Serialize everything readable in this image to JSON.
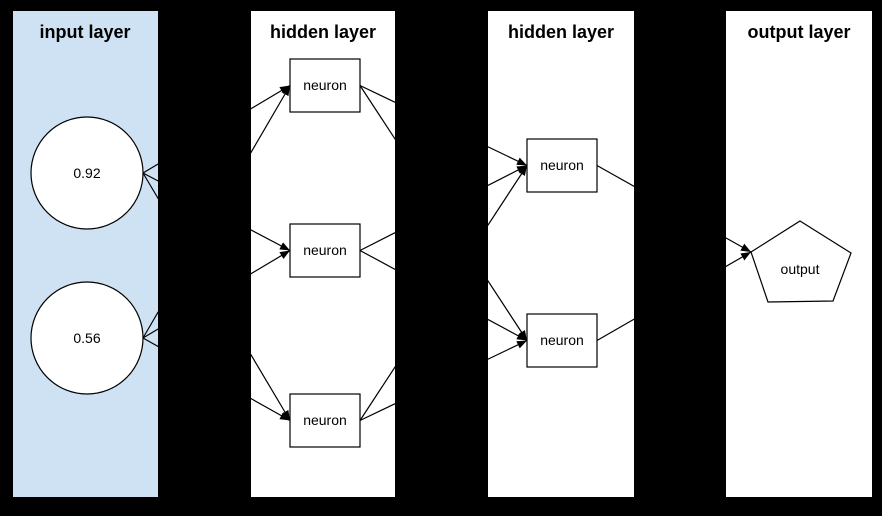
{
  "colors": {
    "background": "#000000",
    "input_panel_fill": "#cfe2f3",
    "panel_fill": "#ffffff",
    "node_fill": "#ffffff",
    "stroke": "#000000"
  },
  "layers": [
    {
      "title": "input layer",
      "nodes": [
        {
          "id": "input-1",
          "shape": "circle",
          "label": "0.92"
        },
        {
          "id": "input-2",
          "shape": "circle",
          "label": "0.56"
        }
      ]
    },
    {
      "title": "hidden layer",
      "nodes": [
        {
          "id": "h1-1",
          "shape": "rect",
          "label": "neuron"
        },
        {
          "id": "h1-2",
          "shape": "rect",
          "label": "neuron"
        },
        {
          "id": "h1-3",
          "shape": "rect",
          "label": "neuron"
        }
      ]
    },
    {
      "title": "hidden layer",
      "nodes": [
        {
          "id": "h2-1",
          "shape": "rect",
          "label": "neuron"
        },
        {
          "id": "h2-2",
          "shape": "rect",
          "label": "neuron"
        }
      ]
    },
    {
      "title": "output layer",
      "nodes": [
        {
          "id": "out-1",
          "shape": "pentagon",
          "label": "output"
        }
      ]
    }
  ],
  "edges": [
    {
      "from": "input-1",
      "to": "h1-1"
    },
    {
      "from": "input-1",
      "to": "h1-2"
    },
    {
      "from": "input-1",
      "to": "h1-3"
    },
    {
      "from": "input-2",
      "to": "h1-1"
    },
    {
      "from": "input-2",
      "to": "h1-2"
    },
    {
      "from": "input-2",
      "to": "h1-3"
    },
    {
      "from": "h1-1",
      "to": "h2-1"
    },
    {
      "from": "h1-1",
      "to": "h2-2"
    },
    {
      "from": "h1-2",
      "to": "h2-1"
    },
    {
      "from": "h1-2",
      "to": "h2-2"
    },
    {
      "from": "h1-3",
      "to": "h2-1"
    },
    {
      "from": "h1-3",
      "to": "h2-2"
    },
    {
      "from": "h2-1",
      "to": "out-1"
    },
    {
      "from": "h2-2",
      "to": "out-1"
    }
  ]
}
